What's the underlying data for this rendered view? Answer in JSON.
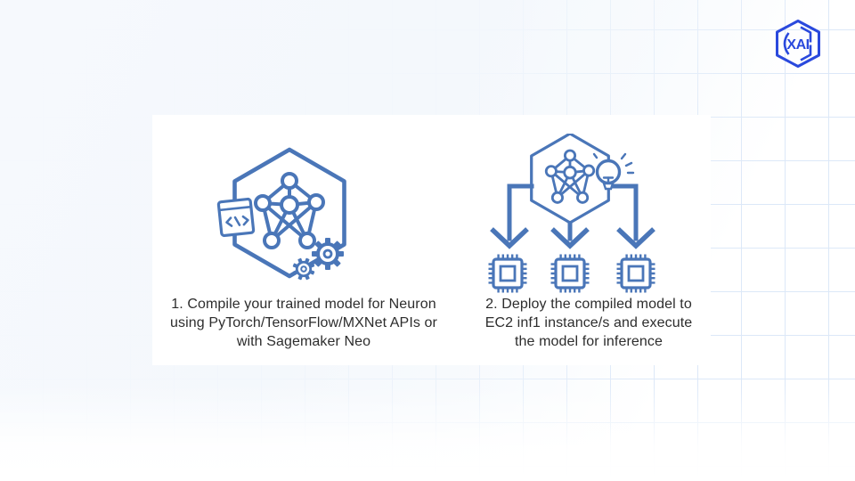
{
  "colors": {
    "icon-blue": "#4a76b8",
    "logo-blue": "#2a49dd",
    "text-color": "#2d2d2d",
    "grid-line": "#dce8f8",
    "panel-bg": "#ffffff"
  },
  "logo": {
    "text": "XAI"
  },
  "steps": [
    {
      "id": 1,
      "icons": [
        "neural-network-hexagon",
        "code-badge",
        "gears"
      ],
      "lines": [
        "1. Compile your trained model for Neuron",
        "using PyTorch/TensorFlow/MXNet APIs or",
        "with Sagemaker Neo"
      ]
    },
    {
      "id": 2,
      "icons": [
        "neural-network-hexagon",
        "lightbulb",
        "flow-arrows",
        "chips"
      ],
      "chip_count": 3,
      "lines": [
        "2. Deploy the compiled model to",
        "EC2 inf1 instance/s and execute",
        "the model for inference"
      ]
    }
  ]
}
